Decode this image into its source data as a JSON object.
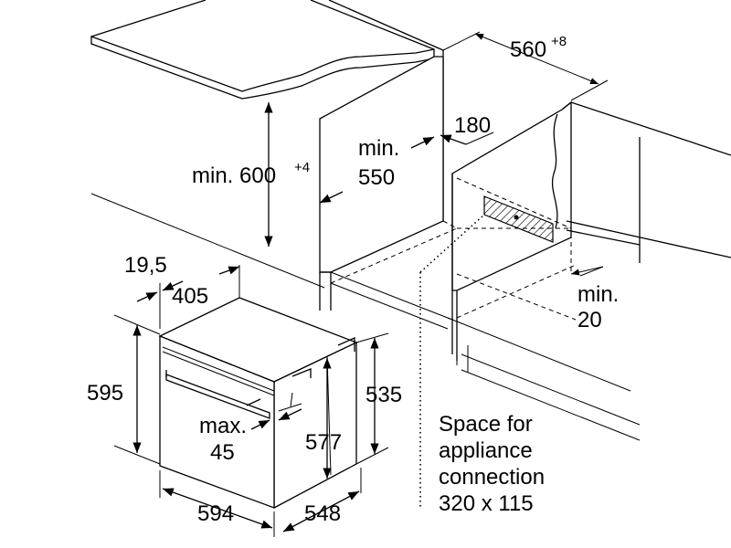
{
  "dimensions": {
    "worktop_height": "min. 600",
    "worktop_height_tol": "+4",
    "niche_width": "560",
    "niche_width_tol": "+8",
    "niche_depth_line1": "min.",
    "niche_depth_line2": "550",
    "rear_gap": "180",
    "side_clearance_line1": "min.",
    "side_clearance_line2": "20",
    "panel_thickness": "19,5",
    "offset_405": "405",
    "oven_height": "595",
    "oven_body_height": "535",
    "handle_projection_line1": "max.",
    "handle_projection_line2": "45",
    "oven_depth_inner": "577",
    "oven_width": "594",
    "oven_depth": "548"
  },
  "connection_note": {
    "line1": "Space for",
    "line2": "appliance",
    "line3": "connection",
    "line4": "320 x 115"
  }
}
